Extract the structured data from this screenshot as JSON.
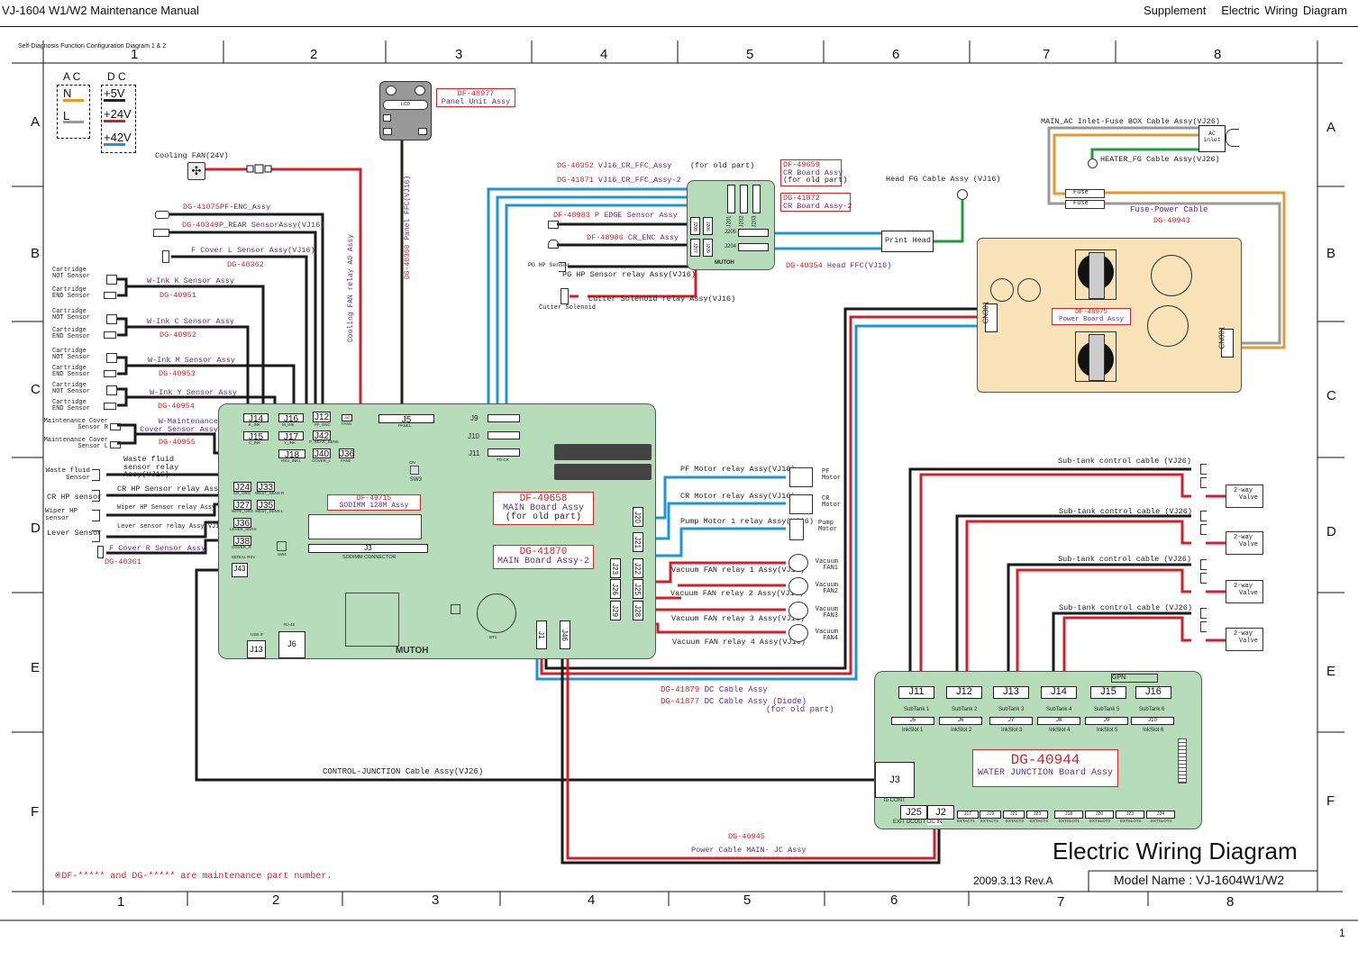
{
  "header": {
    "manual_title": "VJ-1604 W1/W2 Maintenance Manual",
    "section": "Supplement",
    "section_title": "Electric Wiring Diagram"
  },
  "frame": {
    "diagram_caption": "Self-Diagnosis Function Configuration Diagram 1 & 2",
    "columns_top": [
      "1",
      "2",
      "3",
      "4",
      "5",
      "6",
      "7",
      "8"
    ],
    "columns_bottom": [
      "1",
      "2",
      "3",
      "4",
      "5",
      "6",
      "7",
      "8"
    ],
    "rows": [
      "A",
      "B",
      "C",
      "D",
      "E",
      "F"
    ]
  },
  "legend": {
    "ac_title": "A C",
    "ac_items": [
      {
        "label": "N",
        "color": "#e69a2e"
      },
      {
        "label": "L",
        "color": "#999999"
      }
    ],
    "dc_title": "D C",
    "dc_items": [
      {
        "label": "+5V",
        "color": "#222222"
      },
      {
        "label": "+24V",
        "color": "#d0202a"
      },
      {
        "label": "+42V",
        "color": "#1e96d2"
      }
    ]
  },
  "colors": {
    "dc5v": "#222222",
    "dc24v": "#d0202a",
    "dc42v": "#1e96d2",
    "ac_n": "#e69a2e",
    "ac_l": "#999999",
    "fg": "#1f9a3a",
    "board_green": "#b6dcba",
    "power_board": "#f9e1b8",
    "part_red": "#d0202a",
    "part_purple": "#5a2a8a"
  },
  "left_components": {
    "cooling_fan": "Cooling FAN(24V)",
    "pf_enc": {
      "part": "DG-41075",
      "name": "PF-ENC_Assy"
    },
    "p_rear": {
      "part": "DG-40349",
      "name": "P_REAR SensorAssy(VJ16)"
    },
    "f_cover_l": {
      "name": "F Cover L Sensor Assy(VJ16)",
      "part": "DG-40362"
    },
    "cartridge_not": "Cartridge NOT Sensor",
    "cartridge_end": "Cartridge END Sensor",
    "ink_sensors": [
      {
        "name": "W-Ink K Sensor Assy",
        "part": "DG-40951"
      },
      {
        "name": "W-Ink C Sensor Assy",
        "part": "DG-40952"
      },
      {
        "name": "W-Ink M Sensor Assy",
        "part": "DG-40953"
      },
      {
        "name": "W-Ink Y Sensor Assy",
        "part": "DG-40954"
      }
    ],
    "maint_cover_r": "Maintenance Cover Sensor R",
    "maint_cover_l": "Maintenance Cover Sensor L",
    "maint_cover_assy": {
      "name": "W-Maintenance Cover Sensor Assy",
      "part": "DG-40955"
    },
    "waste_fluid_sensor": "Waste fluid Sensor",
    "waste_fluid_relay": "Waste fluid sensor relay Assy(VJ16)",
    "cr_hp_sensor": "CR HP sensor",
    "cr_hp_relay": "CR HP Sensor relay Assy",
    "wiper_hp_sensor": "Wiper HP sensor",
    "wiper_hp_relay": "Wiper HP Sensor relay Assy (VJ16)",
    "lever_sensor": "Lever Sensor",
    "lever_relay": "Lever sensor relay Assy(VJ16)",
    "f_cover_r": {
      "name": "F Cover R Sensor Assy",
      "part": "DG-40361"
    },
    "cooling_fan_relay": "Cooling FAN relay AO Assy"
  },
  "panel": {
    "part": "DF-48977",
    "name": "Panel Unit Assy",
    "lcd": "LCD",
    "ffc_part": "DG-40360",
    "ffc_name": "Panel FFC(VJ16)"
  },
  "cr_area": {
    "ffc1": {
      "part": "DG-40352",
      "name": "VJ16_CR_FFC_Assy",
      "note": "(for old part)"
    },
    "ffc2": {
      "part": "DG-41871",
      "name": "VJ16_CR_FFC_Assy-2"
    },
    "p_edge": {
      "part": "DF-48983",
      "name": "P EDGE Sensor Assy"
    },
    "cr_enc": {
      "part": "DF-48986",
      "name": "CR_ENC Assy"
    },
    "pg_hp_sensor": "PG HP Sensor",
    "pg_hp_relay": "PG HP Sensor relay Assy(VJ16)",
    "cutter_relay": "Cutter Solenoid relay Assy(VJ16)",
    "cutter_solenoid": "Cutter Solenoid",
    "cr_board_old": {
      "part": "DF-49659",
      "name": "CR Board Assy",
      "note": "(for old part)"
    },
    "cr_board_new": {
      "part": "DG-41872",
      "name": "CR Board Assy-2"
    },
    "cr_connectors": [
      "J201",
      "J202",
      "J203",
      "J208",
      "J206",
      "J207",
      "J209",
      "J205",
      "J204"
    ],
    "head_ffc": {
      "part": "DG-40354",
      "name": "Head FFC(VJ16)"
    },
    "head_fg": "Head FG Cable Assy (VJ16)",
    "print_head": "Print Head",
    "maker": "MUTOH"
  },
  "ac_area": {
    "inlet_cable": "MAIN_AC Inlet-Fuse BOX Cable Assy(VJ26)",
    "ac_inlet": "AC inlet",
    "heater_fg": "HEATER_FG Cable Assy(VJ26)",
    "fuse": "Fuse",
    "fuse_power": {
      "name": "Fuse-Power Cable",
      "part": "DG-40943"
    },
    "power_board": {
      "part": "DF-48975",
      "name": "Power Board Assy"
    },
    "cn301": "CN301",
    "cn001": "CN001"
  },
  "main_board": {
    "old": {
      "part": "DF-49658",
      "name": "MAIN Board Assy",
      "note": "(for old part)"
    },
    "new": {
      "part": "DG-41870",
      "name": "MAIN Board Assy-2"
    },
    "sodimm": {
      "part": "DF-49715",
      "name": "SODIMM 128M Assy"
    },
    "sodimm_conn": "SODIMM CONNECTOR",
    "maker": "MUTOH",
    "connectors": {
      "J14": "J14",
      "J14s": "K_INK",
      "J16": "J16",
      "J16s": "M_INK",
      "J12": "J12",
      "J12s": "PF_ENC",
      "J32": "J32",
      "J32s": "FAN1",
      "J15": "J15",
      "J15s": "C_INK",
      "J17": "J17",
      "J17s": "Y_INK",
      "J42": "J42",
      "J42s": "P_REAR_SENS",
      "J18": "J18",
      "J18s": "RSV_INK1",
      "J40": "J40",
      "J40s": "COVER_L",
      "J36a": "J36",
      "J36as": "FAN2",
      "J5": "J5",
      "J5s": "PANEL",
      "J9": "J9",
      "J10": "J10",
      "J11": "J11",
      "J11s": "TO CR",
      "J24": "J24",
      "J24s": "CR_ORG",
      "J33": "J33",
      "J33s": "WEST_SENS R",
      "J27": "J27",
      "J27s": "WIPE_ORG",
      "J35": "J35",
      "J35s": "WEST_SENS L",
      "J36": "J36",
      "J36s": "LEVER_SENS",
      "J38": "J38",
      "J38s": "COVER_R",
      "J43": "J43",
      "J43s": "SERIAL RSV",
      "J3": "J3",
      "J13": "J13",
      "J13s": "USB IF",
      "J6": "J6",
      "J6s": "RJ-45",
      "J20": "J20",
      "J21": "J21",
      "J22": "J22",
      "J23": "J23",
      "J25": "J25",
      "J26": "J26",
      "J28": "J28",
      "J29": "J29",
      "J1": "J1",
      "J46": "J46",
      "SW3": "SW3",
      "SW4": "SW4",
      "BT1": "BT1",
      "ON": "ON"
    }
  },
  "motors": [
    {
      "relay": "PF Motor relay Assy(VJ16)",
      "name": "PF Motor"
    },
    {
      "relay": "CR Motor relay Assy(VJ16)",
      "name": "CR Motor"
    },
    {
      "relay": "Pump Motor 1 relay Assy(VJ16)",
      "name": "Pump Motor"
    }
  ],
  "fans": [
    {
      "relay": "Vacuum FAN relay 1 Assy(VJ16)",
      "name": "Vacuum FAN1"
    },
    {
      "relay": "Vacuum FAN relay 2 Assy(VJ16)",
      "name": "Vacuum FAN2"
    },
    {
      "relay": "Vacuum FAN relay 3 Assy(VJ16)",
      "name": "Vacuum FAN3"
    },
    {
      "relay": "Vacuum FAN relay 4 Assy(VJ16)",
      "name": "Vacuum FAN4"
    }
  ],
  "dc_cable": {
    "a_part": "DG-41879",
    "a_name": "DC Cable Assy",
    "b_part": "DG-41877",
    "b_name": "DC Cable Assy (Diode)",
    "b_note": "(for old part)"
  },
  "subtank": {
    "cable": "Sub-tank control cable (VJ26)",
    "valve_l1": "2-way",
    "valve_l2": "Valve"
  },
  "junction_board": {
    "part": "DG-40944",
    "name": "WATER JUNCTION Board Assy",
    "gpn": "GPN",
    "top_conns": [
      "J11",
      "J12",
      "J13",
      "J14",
      "J15",
      "J16"
    ],
    "subtanks": [
      "SubTank 1",
      "SubTank 2",
      "SubTank 3",
      "SubTank 4",
      "SubTank 5",
      "SubTank 6"
    ],
    "slot_conns": [
      "J5",
      "J6",
      "J7",
      "J8",
      "J9",
      "J10"
    ],
    "inkslots": [
      "InkSlot 1",
      "InkSlot 2",
      "InkSlot 3",
      "InkSlot 4",
      "InkSlot 5",
      "InkSlot 6"
    ],
    "j3": "J3",
    "to_cont": "to CONT",
    "j25": "J25",
    "j2": "J2",
    "exit_dcout": "EXIT DCOUT",
    "dc_in": "DC IN",
    "bottom_conns": [
      {
        "j": "J17",
        "s": "EXTACT1"
      },
      {
        "j": "J19",
        "s": "EXTACT2"
      },
      {
        "j": "J21",
        "s": "EXTACT3"
      },
      {
        "j": "J23",
        "s": "EXTACT4"
      },
      {
        "j": "J18",
        "s": "EXTSLOT1"
      },
      {
        "j": "J20",
        "s": "EXTSLOT2"
      },
      {
        "j": "J23",
        "s": "EXTSLOT3"
      },
      {
        "j": "J24",
        "s": "EXTSLOT4"
      }
    ]
  },
  "control_junction": "CONTROL-JUNCTION Cable Assy(VJ26)",
  "power_cable": {
    "part": "DG-40945",
    "name": "Power Cable MAIN- JC Assy"
  },
  "footer": {
    "note": "※DF-***** and DG-***** are maintenance part  number.",
    "title": "Electric Wiring Diagram",
    "revision": "2009.3.13 Rev.A",
    "model": "Model Name : VJ-1604W1/W2",
    "page": "1"
  }
}
